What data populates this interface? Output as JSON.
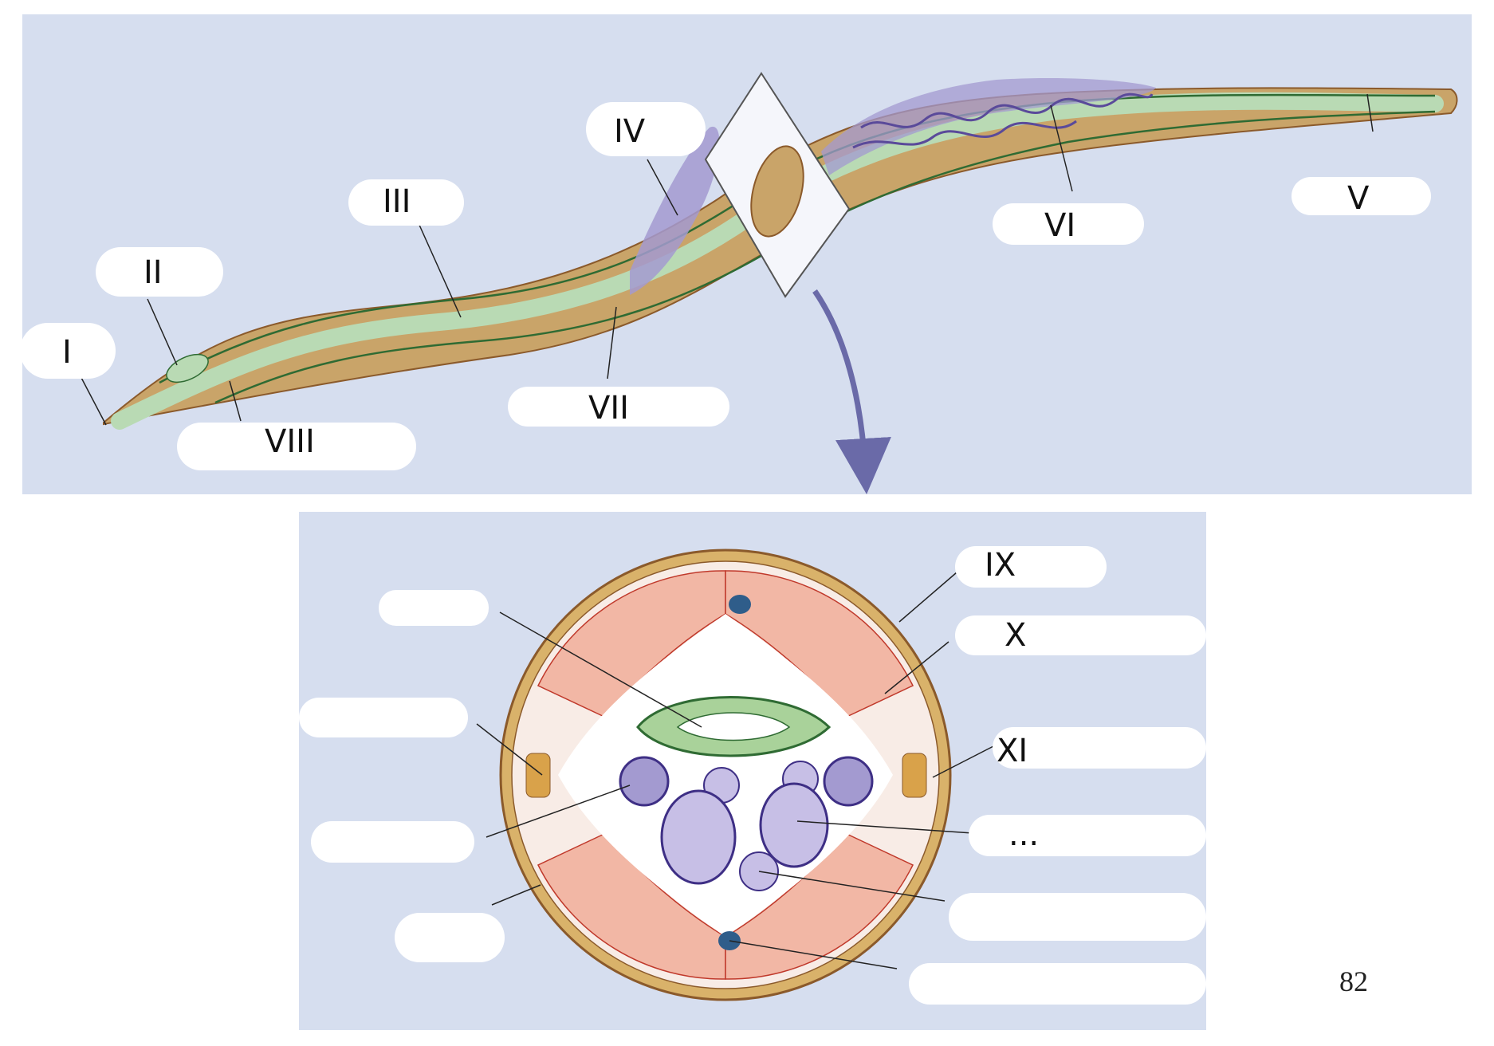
{
  "figure": {
    "page_number": "82",
    "colors": {
      "panel_bg": "#d6deef",
      "body_tan": "#c9a469",
      "gut_green": "#b9dab4",
      "nerve_green": "#2f6b33",
      "gonad_purple": "#a39ad0",
      "cuticle": "#d9b26a",
      "muscle_red": "#d04a3c",
      "arrow": "#6a6aa8"
    }
  },
  "labels": {
    "top": [
      {
        "id": "I",
        "text": "I"
      },
      {
        "id": "II",
        "text": "II"
      },
      {
        "id": "III",
        "text": "III"
      },
      {
        "id": "IV",
        "text": "IV"
      },
      {
        "id": "V",
        "text": "V"
      },
      {
        "id": "VI",
        "text": "VI"
      },
      {
        "id": "VII",
        "text": "VII"
      },
      {
        "id": "VIII",
        "text": "VIII"
      }
    ],
    "cross_section": [
      {
        "id": "IX",
        "text": "IX"
      },
      {
        "id": "X",
        "text": "X"
      },
      {
        "id": "XI",
        "text": "XI"
      },
      {
        "id": "dots",
        "text": "..."
      }
    ]
  }
}
